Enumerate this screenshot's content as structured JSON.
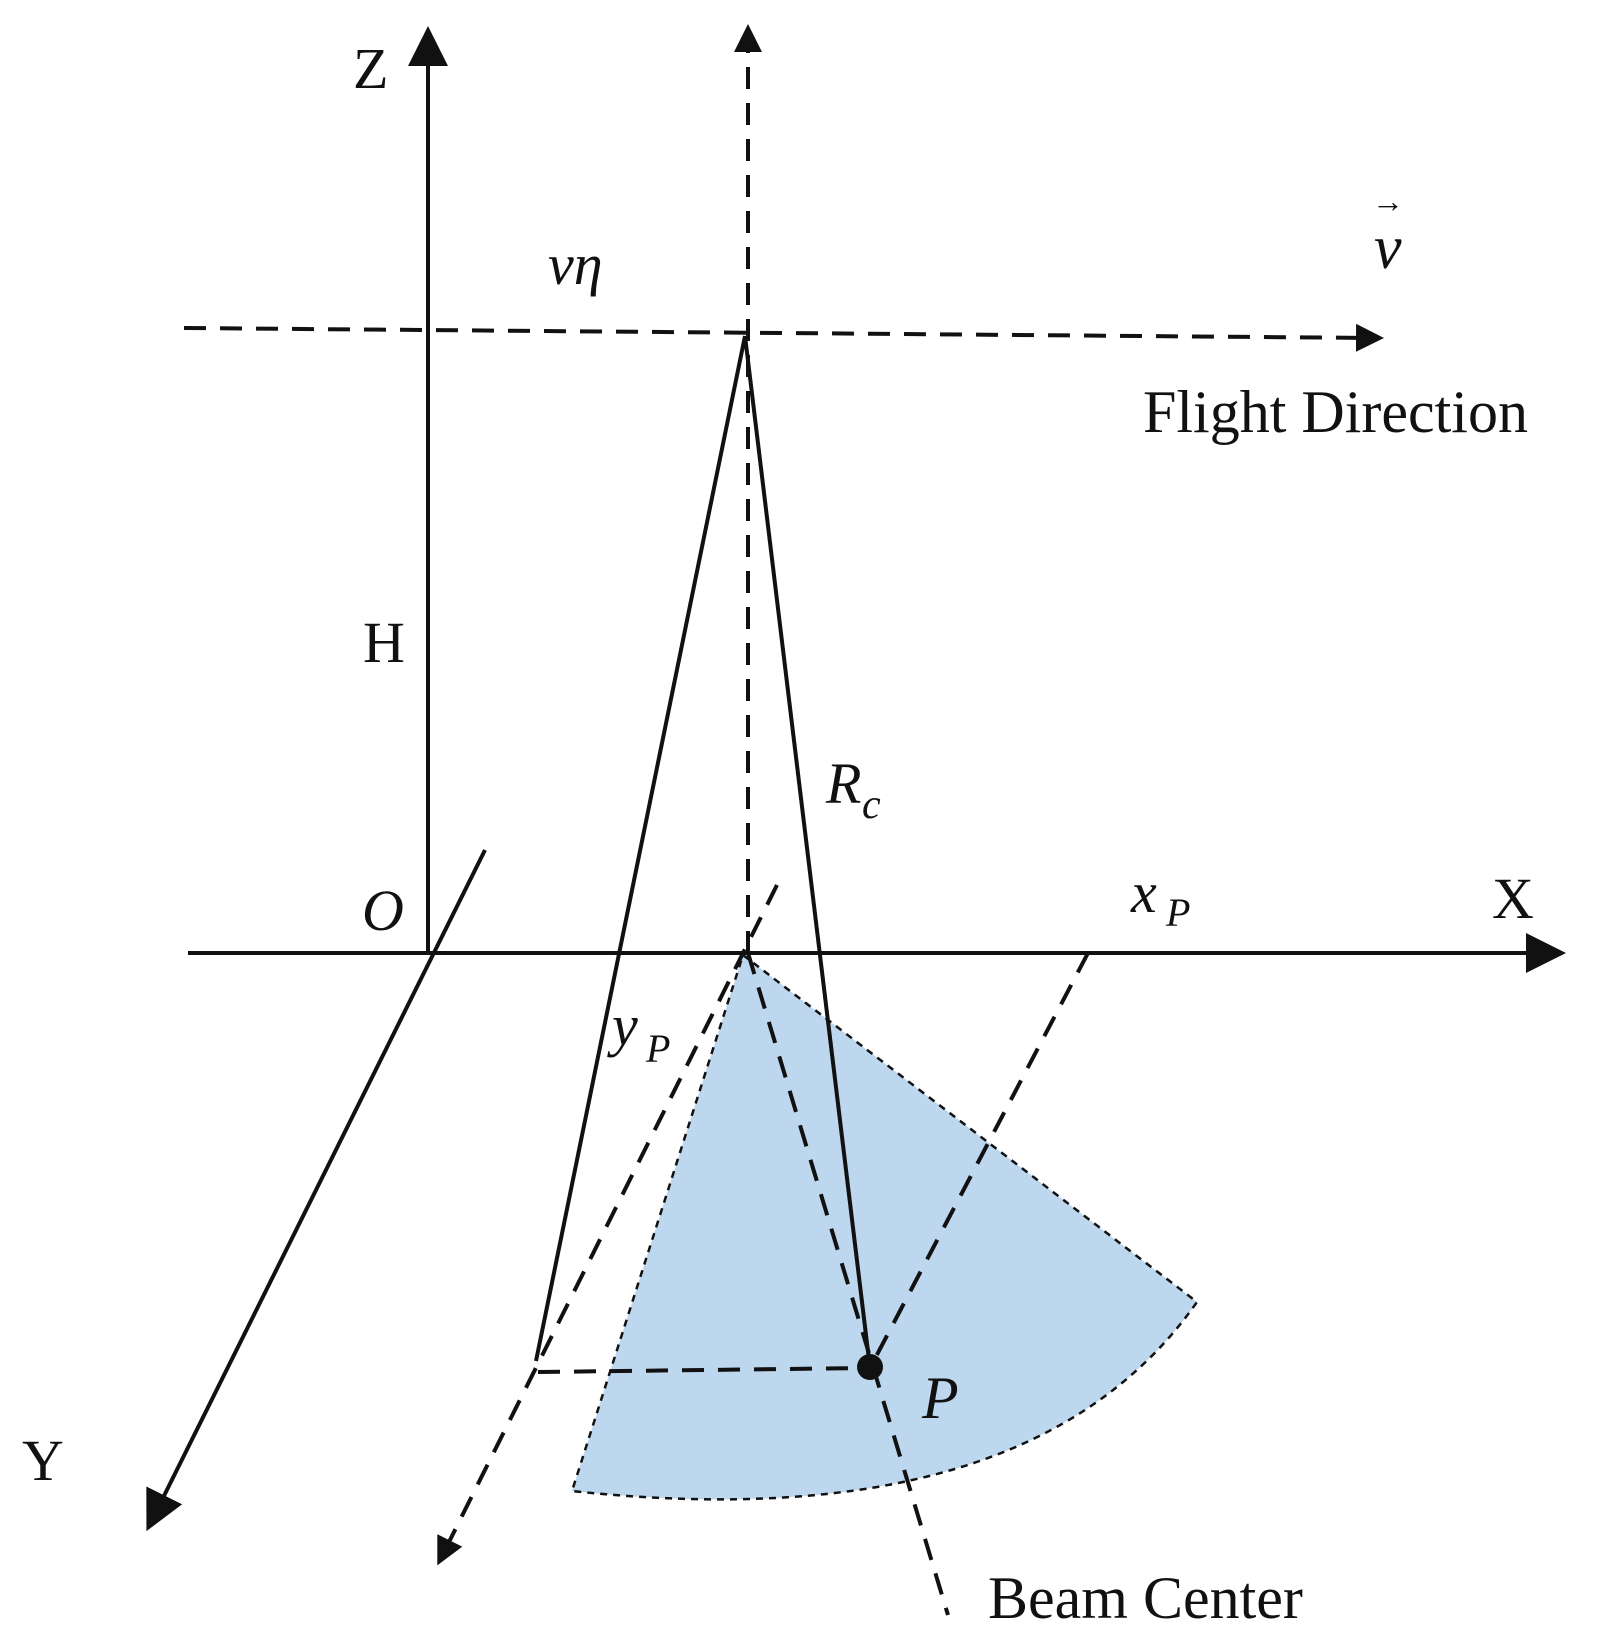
{
  "colors": {
    "line": "#111111",
    "beam_fill": "#bdd7ee",
    "background": "#ffffff"
  },
  "labels": {
    "z_axis": "Z",
    "x_axis": "X",
    "y_axis": "Y",
    "origin": "O",
    "height": "H",
    "v_eta": "vη",
    "velocity_letter": "v",
    "velocity_arrow": "→",
    "flight_direction": "Flight Direction",
    "rc_main": "R",
    "rc_sub": "c",
    "xp_main": "x",
    "xp_sub": "P",
    "yp_main": "y",
    "yp_sub": "P",
    "point": "P",
    "beam_center": "Beam Center"
  }
}
